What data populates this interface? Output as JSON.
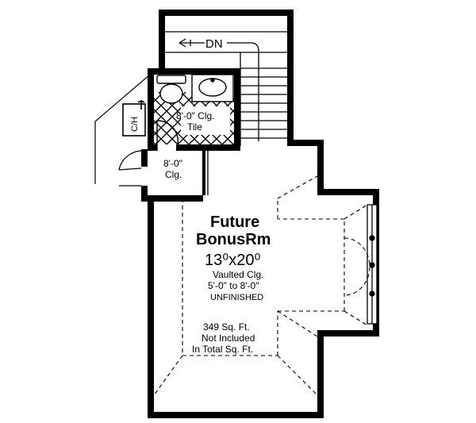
{
  "labels": {
    "stair_dn": "DN",
    "ch": "C/H",
    "bath_ceiling": "8'-0\" Clg.",
    "bath_floor": "Tile",
    "closet_ceiling_1": "8'-0\"",
    "closet_ceiling_2": "Clg.",
    "room_name_1": "Future",
    "room_name_2": "BonusRm",
    "room_size": "13⁰x20⁰",
    "ceiling_1": "Vaulted Clg.",
    "ceiling_2": "5'-0\" to 8'-0\"",
    "finish": "UNFINISHED",
    "sqft_1": "349 Sq. Ft.",
    "sqft_2": "Not Included",
    "sqft_3": "In Total Sq. Ft."
  }
}
